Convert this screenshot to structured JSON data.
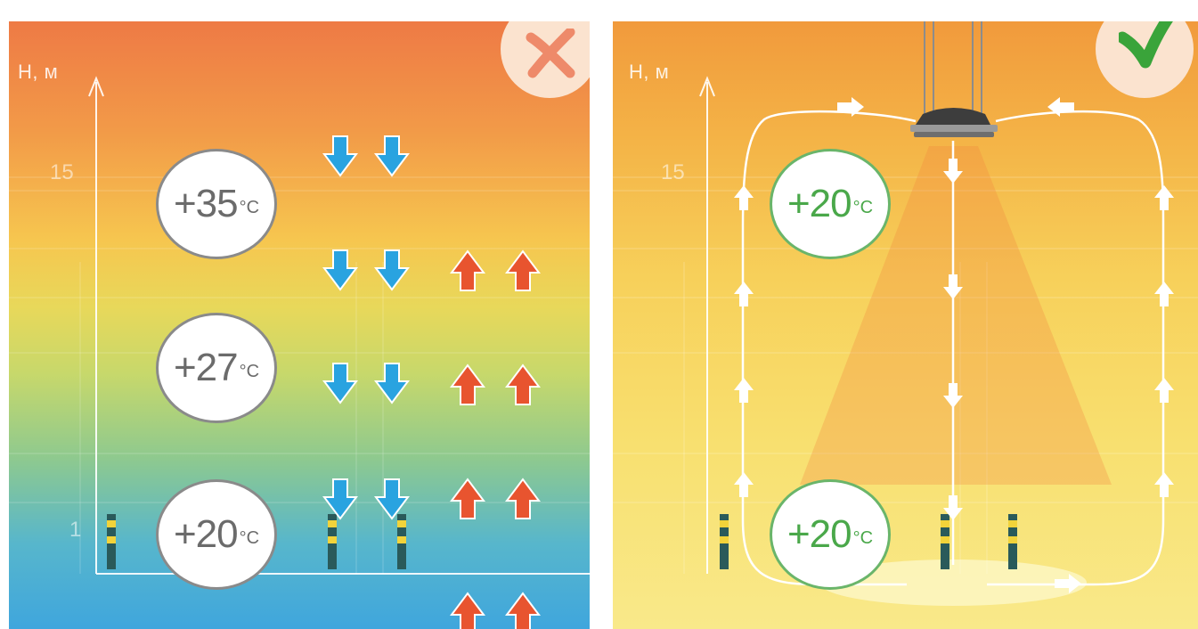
{
  "left_panel": {
    "axis_label": "H, м",
    "tick_top": "15",
    "tick_bottom": "1",
    "temperatures": [
      {
        "value": "+35",
        "unit": "°C"
      },
      {
        "value": "+27",
        "unit": "°C"
      },
      {
        "value": "+20",
        "unit": "°C"
      }
    ],
    "badge": {
      "icon": "cross-icon",
      "color": "#ee8a6a"
    }
  },
  "right_panel": {
    "axis_label": "H, м",
    "tick_top": "15",
    "temperatures": [
      {
        "value": "+20",
        "unit": "°C"
      },
      {
        "value": "+20",
        "unit": "°C"
      }
    ],
    "badge": {
      "icon": "checkmark-icon",
      "color": "#3aa43a"
    }
  },
  "colors": {
    "cold_arrow": "#29a3e0",
    "warm_arrow": "#e8542f",
    "good_text": "#4aa84a"
  }
}
